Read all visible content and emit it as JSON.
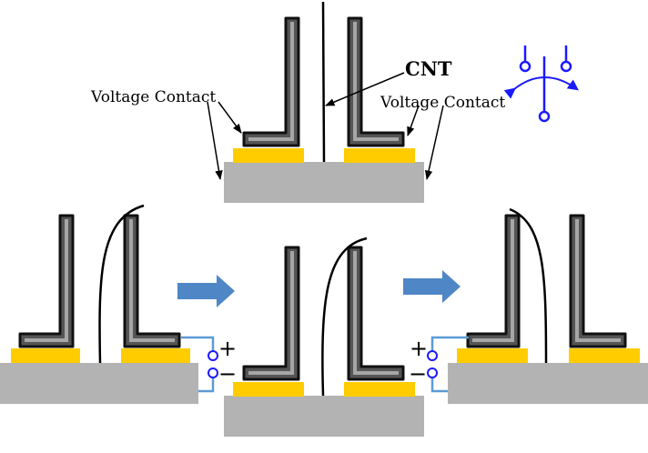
{
  "labels": {
    "cnt": "CNT",
    "voltage_contact_left": "Voltage Contact",
    "voltage_contact_right": "Voltage Contact",
    "plus_left": "+",
    "minus_left": "−",
    "plus_right": "+",
    "minus_right": "−"
  },
  "colors": {
    "substrate": "#b3b3b3",
    "gold_pad": "#ffcc00",
    "electrode_outer": "#555555",
    "electrode_inner": "#a6a6a6",
    "electrode_border": "#111111",
    "nanotube": "#000000",
    "arrow": "#4f86c6",
    "wire": "#5b9bd5",
    "terminal": "#1a1aff",
    "icon": "#1a1aff"
  },
  "icons": [
    "rotation-icon",
    "right-arrow-icon",
    "terminal-icon"
  ]
}
